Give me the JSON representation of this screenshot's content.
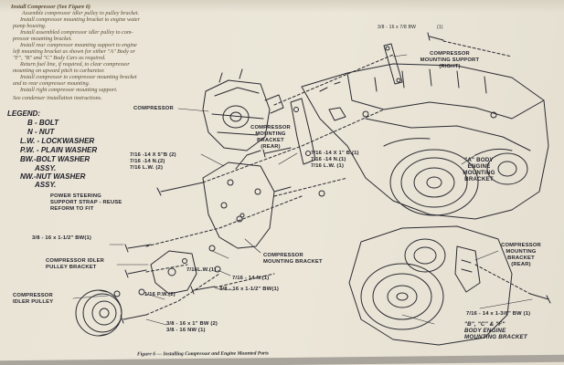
{
  "instructions": [
    "Install Compressor (See Figure 6)",
    "Assemble compressor idler pulley to pulley bracket.",
    "Install compressor mounting bracket to engine water",
    "pump housing.",
    "Install assembled compressor idler pulley to com-",
    "pressor mounting bracket.",
    "Install rear compressor mounting support to engine",
    "left mounting bracket as shown for either \"A\" Body or",
    "\"F\", \"B\" and \"C\" Body Cars as required.",
    "Return fuel line, if required, to clear compressor",
    "mounting on upward pitch to carburetor.",
    "Install compressor to compressor mounting bracket",
    "and to rear compressor mounting.",
    "Install right compressor mounting support.",
    "See condenser installation instructions."
  ],
  "legend": [
    "LEGEND:",
    "B - BOLT",
    "N - NUT",
    "L.W. - LOCKWASHER",
    "P.W. - PLAIN WASHER",
    "BW.-BOLT WASHER",
    "ASSY.",
    "NW.-NUT WASHER",
    "ASSY."
  ],
  "labels": {
    "top_spec": "3/8 - 16 x 7/8  BW",
    "top_spec_qty": "(1)",
    "mount_support_right_1": "COMPRESSOR",
    "mount_support_right_2": "MOUNTING SUPPORT",
    "mount_support_right_3": "(RIGHT)",
    "compressor": "COMPRESSOR",
    "bracket_rear_1": "COMPRESSOR",
    "bracket_rear_2": "MOUNTING",
    "bracket_rear_3": "BRACKET",
    "bracket_rear_4": "(REAR)",
    "spec_mid_1": "7/16 -14 X 1\" B.(1)",
    "spec_mid_2": "7/16 -14 N.(1)",
    "spec_mid_3": "7/16 L.W. (1)",
    "a_body_1": "\"A\" BODY",
    "a_body_2": "ENGINE",
    "a_body_3": "MOUNTING",
    "a_body_4": "BRACKET",
    "spec_left_1": "7/16 -14 X 5\"B (2)",
    "spec_left_2": "7/16 -14 N.(2)",
    "spec_left_3": "7/16 L.W. (2)",
    "strap_1": "POWER STEERING",
    "strap_2": "SUPPORT STRAP - REUSE",
    "strap_3": "REFORM TO FIT",
    "spec_bw1": "3/8 - 16 x 1-1/2\" BW(1)",
    "idler_bracket_1": "COMPRESSOR IDLER",
    "idler_bracket_2": "PULLEY BRACKET",
    "mounting_bracket_1": "COMPRESSOR",
    "mounting_bracket_2": "MOUNTING BRACKET",
    "spec_716lw": "7/16L.W.(1)",
    "spec_716n": "7/16 - 14 N.(1)",
    "spec_38bw": "3/8 - 16 x 1-1/2\" BW(1)",
    "idler_pulley_1": "COMPRESSOR",
    "idler_pulley_2": "IDLER PULLEY",
    "spec_pw": "1/16 P.W.(2)",
    "spec_bw2_1": "3/8 - 16 x 1\" BW (2)",
    "spec_bw2_2": "3/8 - 16 NW (1)",
    "rear_right_1": "COMPRESSOR",
    "rear_right_2": "MOUNTING",
    "rear_right_3": "BRACKET",
    "rear_right_4": "(REAR)",
    "spec_bottom_right": "7/16 - 14 x 1-3/8\" BW (1)",
    "fbc_body_1": "\"B\", \"C\" & \"F\"",
    "fbc_body_2": "BODY ENGINE",
    "fbc_body_3": "MOUNTING BRACKET"
  },
  "caption": "Figure 6 — Installing Compressor and Engine Mounted Parts"
}
